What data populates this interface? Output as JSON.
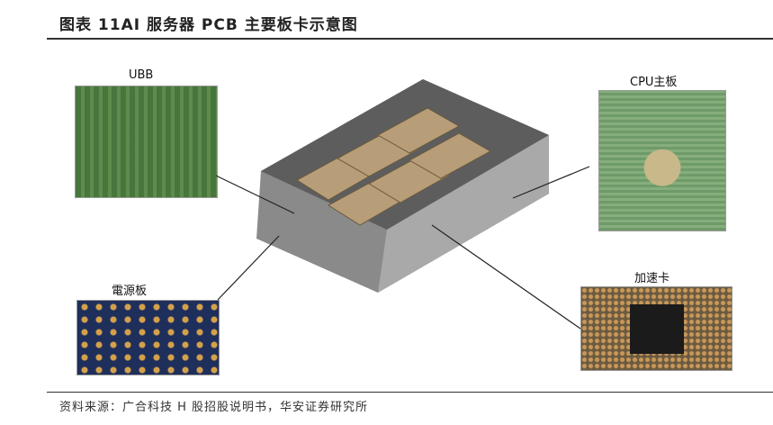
{
  "title": "图表 11AI 服务器 PCB 主要板卡示意图",
  "labels": {
    "ubb": "UBB",
    "cpu": "CPU主板",
    "power": "電源板",
    "accel": "加速卡"
  },
  "source": "资料来源：广合科技 H 股招股说明书，华安证券研究所"
}
